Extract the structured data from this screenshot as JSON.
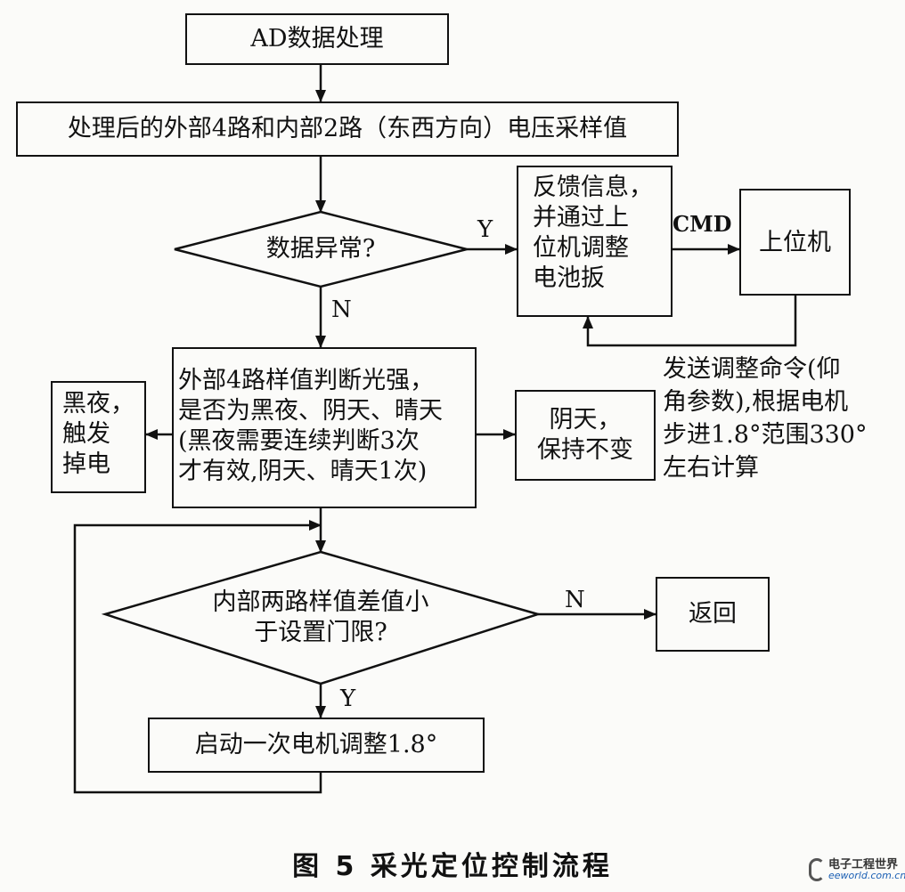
{
  "nodes": {
    "ad_process": "AD数据处理",
    "sample_values": "处理后的外部4路和内部2路（东西方向）电压采样值",
    "data_abnormal": "数据异常?",
    "feedback": "反馈信息，\n并通过上\n位机调整\n电池扳",
    "host": "上位机",
    "judge_light": "外部4路样值判断光强，\n是否为黑夜、阴天、晴天\n(黑夜需要连续判断3次\n才有效,阴天、晴天1次)",
    "night": "黑夜，\n触发\n掉电",
    "cloudy": "阴天，\n保持不变",
    "diff_check": "内部两路样值差值小\n于设置门限?",
    "return": "返回",
    "motor_adjust": "启动一次电机调整1.8°"
  },
  "edges": {
    "yes_abnormal": "Y",
    "no_abnormal": "N",
    "cmd": "CMD",
    "no_diff": "N",
    "yes_diff": "Y"
  },
  "note": "发送调整命令(仰\n角参数),根据电机\n步进1.8°范围330°\n左右计算",
  "caption": "图 5   采光定位控制流程",
  "logo": {
    "line1": "电子工程世界",
    "line2": "eeworld.com.cn"
  }
}
